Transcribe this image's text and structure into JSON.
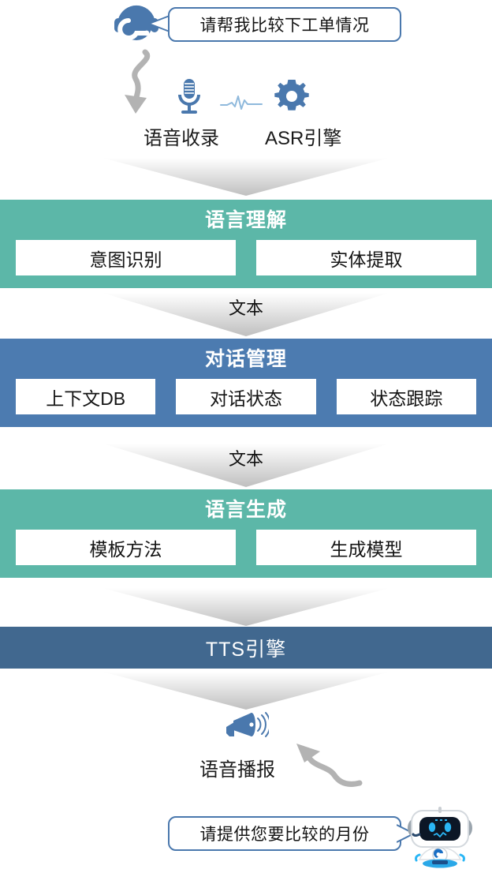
{
  "diagram": {
    "title": "voice-assistant-pipeline",
    "colors": {
      "green": "#5cb7a8",
      "blue": "#4c7bb0",
      "dark_blue": "#41688f",
      "icon_blue": "#4a78ad",
      "arrow_gray": "#b3b3b3"
    }
  },
  "top": {
    "headset_icon": "headset-agent-icon",
    "user_bubble_text": "请帮我比较下工单情况",
    "curved_arrow": "curved-arrow-down-icon"
  },
  "asr_row": {
    "mic_icon": "microphone-icon",
    "waveform_icon": "audio-waveform-icon",
    "gear_icon": "gear-icon",
    "voice_capture_label": "语音收录",
    "asr_engine_label": "ASR引擎"
  },
  "connectors": {
    "arrow1_label": "",
    "arrow2_label": "文本",
    "arrow3_label": "文本",
    "arrow4_label": "",
    "arrow5_label": ""
  },
  "stages": [
    {
      "id": "nlu",
      "title": "语言理解",
      "color": "#5cb7a8",
      "cells": [
        "意图识别",
        "实体提取"
      ]
    },
    {
      "id": "dm",
      "title": "对话管理",
      "color": "#4c7bb0",
      "cells": [
        "上下文DB",
        "对话状态",
        "状态跟踪"
      ]
    },
    {
      "id": "nlg",
      "title": "语言生成",
      "color": "#5cb7a8",
      "cells": [
        "模板方法",
        "生成模型"
      ]
    }
  ],
  "tts": {
    "title": "TTS引擎",
    "color": "#41688f"
  },
  "bottom": {
    "speaker_icon": "megaphone-speaker-icon",
    "voice_output_label": "语音播报",
    "curved_arrow": "curved-arrow-up-icon",
    "bot_bubble_text": "请提供您要比较的月份",
    "robot_icon": "robot-assistant-icon"
  }
}
